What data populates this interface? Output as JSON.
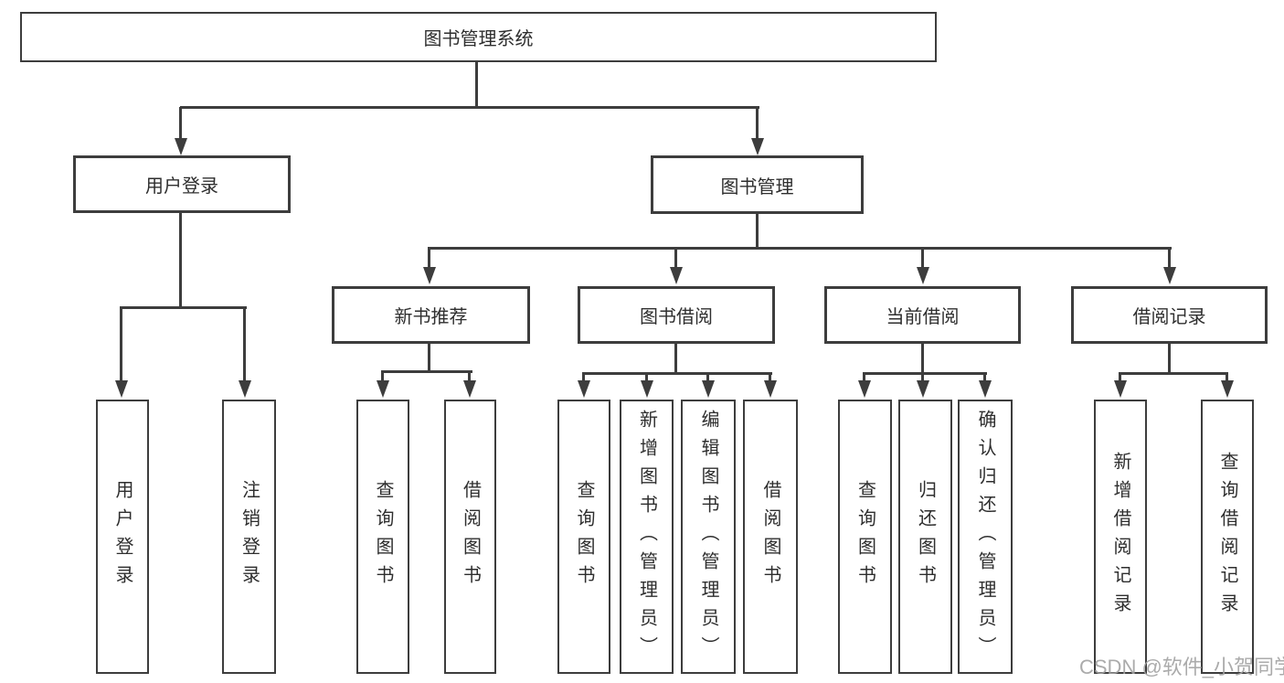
{
  "tree": {
    "root": {
      "label": "图书管理系统"
    },
    "branches": [
      {
        "label": "用户登录",
        "leaves": [
          "用户登录",
          "注销登录"
        ]
      },
      {
        "label": "图书管理",
        "groups": [
          {
            "label": "新书推荐",
            "leaves": [
              "查询图书",
              "借阅图书"
            ]
          },
          {
            "label": "图书借阅",
            "leaves": [
              "查询图书",
              "新增图书（管理员）",
              "编辑图书（管理员）",
              "借阅图书"
            ]
          },
          {
            "label": "当前借阅",
            "leaves": [
              "查询图书",
              "归还图书",
              "确认归还（管理员）"
            ]
          },
          {
            "label": "借阅记录",
            "leaves": [
              "新增借阅记录",
              "查询借阅记录"
            ]
          }
        ]
      }
    ]
  },
  "watermark": {
    "text": "CSDN @软件_小贺同学"
  },
  "colors": {
    "line": "#3d3d3d",
    "text": "#2e2e2e",
    "background": "#ffffff",
    "watermark": "#a2a2a2"
  }
}
